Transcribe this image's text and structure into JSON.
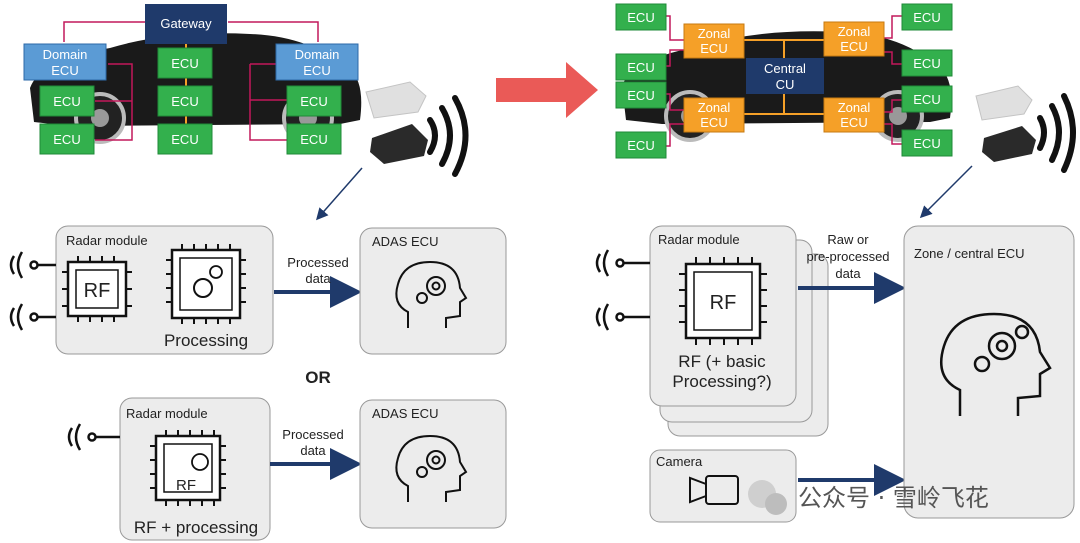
{
  "colors": {
    "ecu_green": "#33b04d",
    "domain_blue": "#5b9bd5",
    "gateway_navy": "#1f3a6b",
    "zonal_orange": "#f5a028",
    "wire_red": "#c2185b",
    "arrow_red": "#ea5a57",
    "arrow_navy": "#1f3a6b",
    "box_gray": "#ececec"
  },
  "left": {
    "gateway": "Gateway",
    "domain_ecu_a": [
      "Domain",
      "ECU"
    ],
    "domain_ecu_b": [
      "Domain",
      "ECU"
    ],
    "ecu": "ECU",
    "radar_module_1": "Radar module",
    "rf_1": "RF",
    "processing_1": "Processing",
    "arrow_label_1": [
      "Processed",
      "data"
    ],
    "adas_ecu_1": "ADAS ECU",
    "or": "OR",
    "radar_module_2": "Radar module",
    "rf_2": "RF",
    "processing_2": "RF + processing",
    "arrow_label_2": [
      "Processed",
      "data"
    ],
    "adas_ecu_2": "ADAS ECU"
  },
  "right": {
    "ecu": "ECU",
    "zonal_ecu": [
      "Zonal",
      "ECU"
    ],
    "central_cu": [
      "Central",
      "CU"
    ],
    "radar_module": "Radar module",
    "rf": "RF",
    "rf_caption": [
      "RF (+ basic",
      "Processing?)"
    ],
    "arrow_label": [
      "Raw or",
      "pre-processed",
      "data"
    ],
    "zone_ecu": "Zone / central ECU",
    "camera": "Camera"
  },
  "watermark": "公众号 · 雪岭飞花"
}
